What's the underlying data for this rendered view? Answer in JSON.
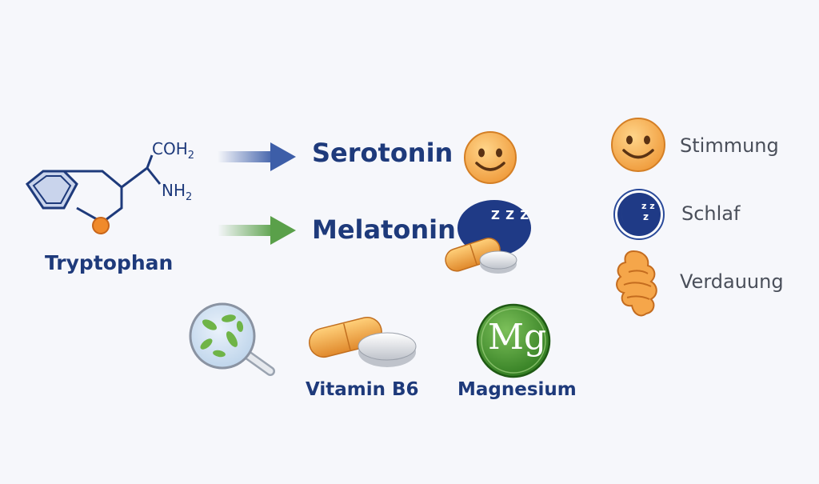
{
  "molecule": {
    "name": "Tryptophan",
    "group_top": "COH",
    "group_top_sub": "2",
    "group_bottom": "NH",
    "group_bottom_sub": "2"
  },
  "products": [
    {
      "name": "Serotonin",
      "arrow_color": "#3d5ea8"
    },
    {
      "name": "Melatonin",
      "arrow_color": "#5aa04a"
    }
  ],
  "legend": [
    {
      "label": "Stimmung",
      "icon": "smiley-icon"
    },
    {
      "label": "Schlaf",
      "icon": "moon-sleep-icon"
    },
    {
      "label": "Verdauung",
      "icon": "intestine-icon"
    }
  ],
  "cofactors": [
    {
      "label": "",
      "icon": "bacteria-magnifier-icon"
    },
    {
      "label": "Vitamin B6",
      "icon": "capsule-tablet-icon"
    },
    {
      "label": "Magnesium",
      "icon": "magnesium-icon",
      "symbol": "Mg"
    }
  ],
  "sleep_text": "Z Z Z",
  "colors": {
    "navy": "#1e3a7b",
    "gray_text": "#4a4f5a",
    "orange": "#f5a64a",
    "green": "#3f8a2c"
  }
}
